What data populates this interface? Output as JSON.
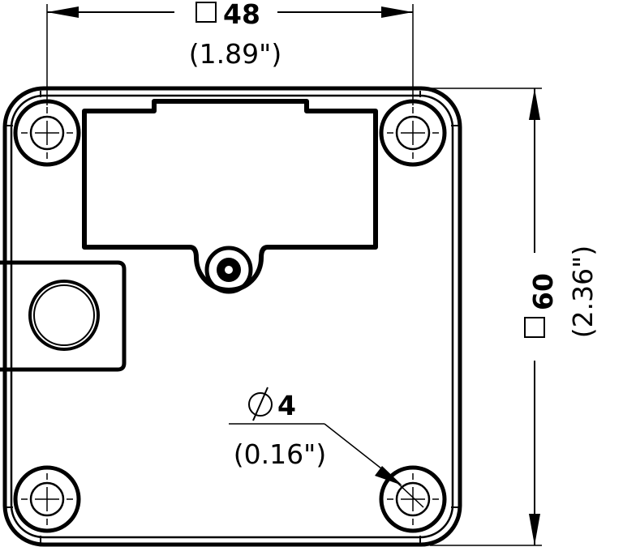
{
  "drawing": {
    "type": "mechanical dimension drawing",
    "units_primary": "mm",
    "units_secondary": "in",
    "line_color": "#000000",
    "background": "#ffffff"
  },
  "dimensions": {
    "width": {
      "symbol": "square",
      "value": "48",
      "imperial": "(1.89\")"
    },
    "height": {
      "symbol": "square",
      "value": "60",
      "imperial": "(2.36\")"
    },
    "hole": {
      "symbol": "Ø",
      "value": "4",
      "imperial": "(0.16\")"
    }
  },
  "features": {
    "mounting_holes": 4,
    "connector_window": "rectangular with top notch",
    "center_boss": "circular",
    "side_tab_port": "circular"
  }
}
